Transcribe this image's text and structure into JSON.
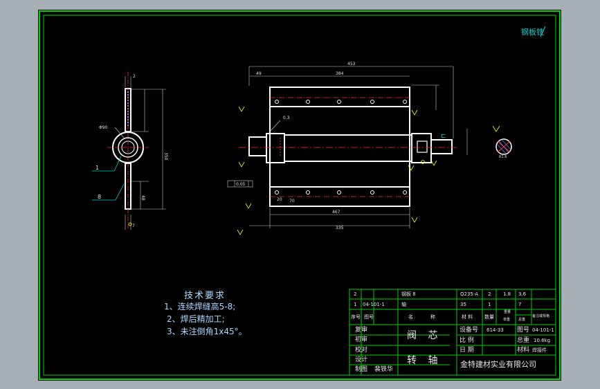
{
  "stamp": "钢板铣",
  "tech_requirements": {
    "title": "技术要求",
    "items": [
      "1、连续焊缝高5-8;",
      "2、焊后精加工;",
      "3、未注倒角1x45°。"
    ]
  },
  "dims": {
    "overall_length": "453",
    "top_width": "384",
    "left_offset": "49",
    "bottom_pitch": "467",
    "bottom_total": "335",
    "side_height": "350",
    "side_small": "48",
    "side_dia": "Φ90",
    "thk_top": "2",
    "thk_bottom": "7",
    "tol_value": "0.05",
    "flatness": "0.3",
    "end_len": "70",
    "left_end": "20",
    "note_r": "R1.6"
  },
  "leaders": {
    "one": "1",
    "eight": "8"
  },
  "title_block": {
    "parts": [
      {
        "seq": "2",
        "code": "",
        "name": "钢板 8",
        "material": "Q235-A",
        "qty": "2",
        "weight1": "1.8",
        "weight2": "3.6"
      },
      {
        "seq": "1",
        "code": "04-101-1",
        "name": "轴",
        "material": "35",
        "qty": "1",
        "weight1": "",
        "weight2": "7"
      }
    ],
    "header": {
      "seq": "序号",
      "code": "图号",
      "name1": "名",
      "name2": "称",
      "material": "材 料",
      "qty": "数量",
      "single": "单重",
      "total": "总重",
      "weight_unit": "重量",
      "note": "备注或规格"
    },
    "roles": [
      "复审",
      "初审",
      "校对",
      "设计",
      "制图"
    ],
    "drafter": "裴铁华",
    "name_top": "阀 芯",
    "name_bottom": "转 轴",
    "device_label": "设备号",
    "device_value": "614-33",
    "drawing_label": "图号",
    "drawing_value": "04-101-1",
    "scale_label": "比 例",
    "total_label": "总重",
    "total_value": "10.6kg",
    "date_label": "日 期",
    "material_label": "材料",
    "material_value": "焊接件",
    "company": "金特建材实业有限公司"
  }
}
